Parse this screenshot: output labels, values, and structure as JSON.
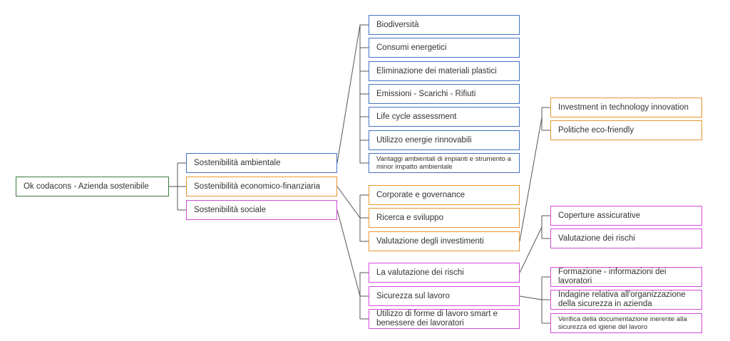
{
  "colors": {
    "root": "#3d7a3d",
    "ambientale": "#4472c4",
    "economico": "#e8962e",
    "sociale": "#d14bd8",
    "connector": "#555555"
  },
  "root": {
    "label": "Ok codacons - Azienda sostenibile"
  },
  "branches": {
    "ambientale": {
      "label": "Sostenibilità ambientale",
      "items": [
        "Biodiversità",
        "Consumi energetici",
        "Eliminazione dei materiali plastici",
        "Emissioni - Scarichi - Rifiuti",
        "Life cycle assessment",
        "Utilizzo energie rinnovabili",
        "Vantaggi ambientali di impianti e strumento a minor impatto ambientale"
      ]
    },
    "economico": {
      "label": "Sostenibilità economico-finanziaria",
      "items": [
        "Corporate e governance",
        "Ricerca e sviluppo",
        "Valutazione degli investimenti"
      ],
      "sub_investimenti": [
        "Investment in technology innovation",
        "Politiche eco-friendly"
      ]
    },
    "sociale": {
      "label": "Sostenibilità sociale",
      "items": [
        "La valutazione dei rischi",
        "Sicurezza sul lavoro",
        "Utilizzo di forme di lavoro smart e benessere dei lavoratori"
      ],
      "sub_rischi": [
        "Coperture assicurative",
        "Valutazione dei rischi"
      ],
      "sub_sicurezza": [
        "Formazione - informazioni dei lavoratori",
        "Indagine relativa all'organizzazione della sicurezza in azienda",
        "Verifica della documentazione inerente alla sicurezza ed igiene del lavoro"
      ]
    }
  }
}
